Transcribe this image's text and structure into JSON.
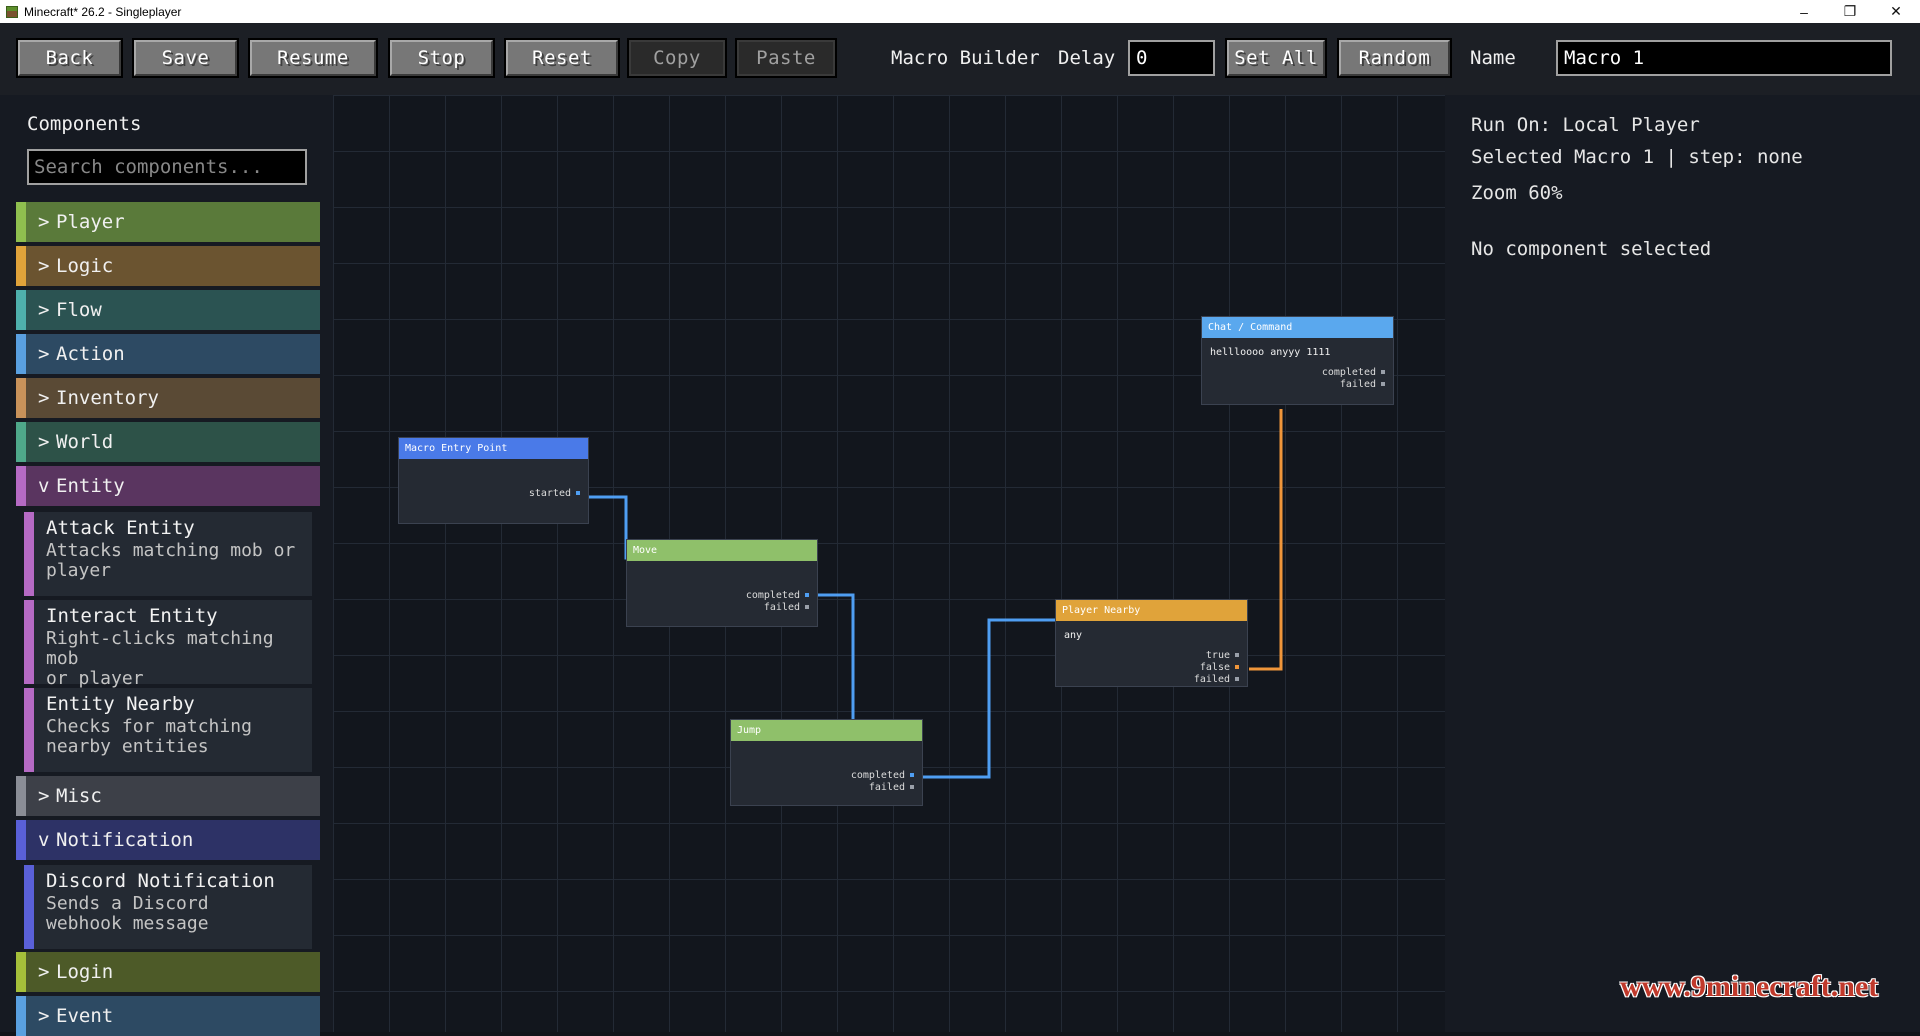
{
  "window": {
    "title": "Minecraft* 26.2 - Singleplayer",
    "minimize_glyph": "–",
    "restore_glyph": "❐",
    "close_glyph": "✕"
  },
  "toolbar": {
    "back": "Back",
    "save": "Save",
    "resume": "Resume",
    "stop": "Stop",
    "reset": "Reset",
    "copy": "Copy",
    "paste": "Paste",
    "builder_label": "Macro Builder",
    "delay_label": "Delay",
    "delay_value": "0",
    "set_all": "Set All",
    "random": "Random",
    "name_label": "Name",
    "name_value": "Macro 1"
  },
  "sidebar": {
    "title": "Components",
    "search_placeholder": "Search components...",
    "categories": [
      {
        "label": "Player",
        "chevron": ">",
        "color": "#5a7a3a",
        "bar": "#8fbf4f"
      },
      {
        "label": "Logic",
        "chevron": ">",
        "color": "#6b5430",
        "bar": "#e0a33a"
      },
      {
        "label": "Flow",
        "chevron": ">",
        "color": "#2b5352",
        "bar": "#4fb0ac"
      },
      {
        "label": "Action",
        "chevron": ">",
        "color": "#2d4a63",
        "bar": "#5aa0e0"
      },
      {
        "label": "Inventory",
        "chevron": ">",
        "color": "#5a4a35",
        "bar": "#c8925a"
      },
      {
        "label": "World",
        "chevron": ">",
        "color": "#2d5248",
        "bar": "#4fa88a"
      },
      {
        "label": "Entity",
        "chevron": "v",
        "color": "#5a3560",
        "bar": "#b56ac4"
      },
      {
        "label": "Misc",
        "chevron": ">",
        "color": "#3d4048",
        "bar": "#8a8d96"
      },
      {
        "label": "Notification",
        "chevron": "v",
        "color": "#2d3266",
        "bar": "#5a60d8"
      },
      {
        "label": "Login",
        "chevron": ">",
        "color": "#4d5a28",
        "bar": "#a5bf3a"
      },
      {
        "label": "Event",
        "chevron": ">",
        "color": "#2d4a63",
        "bar": "#5aa0e0"
      }
    ],
    "entity_items": [
      {
        "title": "Attack Entity",
        "desc1": "Attacks matching mob or",
        "desc2": "player"
      },
      {
        "title": "Interact Entity",
        "desc1": "Right-clicks matching mob",
        "desc2": "or player"
      },
      {
        "title": "Entity Nearby",
        "desc1": "Checks for matching",
        "desc2": "nearby entities"
      }
    ],
    "notification_items": [
      {
        "title": "Discord Notification",
        "desc1": "Sends a Discord",
        "desc2": "webhook message"
      }
    ]
  },
  "nodes": {
    "entry": {
      "title": "Macro Entry Point",
      "color": "#4a7ae8",
      "ports": [
        "started"
      ]
    },
    "move": {
      "title": "Move",
      "color": "#8fc06a",
      "ports": [
        "completed",
        "failed"
      ]
    },
    "jump": {
      "title": "Jump",
      "color": "#8fc06a",
      "ports": [
        "completed",
        "failed"
      ]
    },
    "nearby": {
      "title": "Player Nearby",
      "color": "#e0a33a",
      "desc": "any",
      "ports": [
        "true",
        "false",
        "failed"
      ]
    },
    "chat": {
      "title": "Chat / Command",
      "color": "#5aa8ee",
      "desc": "hellloooo anyyy 1111",
      "ports": [
        "completed",
        "failed"
      ]
    }
  },
  "status": {
    "run_on": "Run On: Local Player",
    "selected": "Selected Macro 1 | step: none",
    "zoom": "Zoom 60%",
    "selection": "No component selected"
  },
  "watermark": "www.9minecraft.net",
  "colors": {
    "wire_blue": "#4f9ef2",
    "wire_orange": "#f0963a"
  }
}
